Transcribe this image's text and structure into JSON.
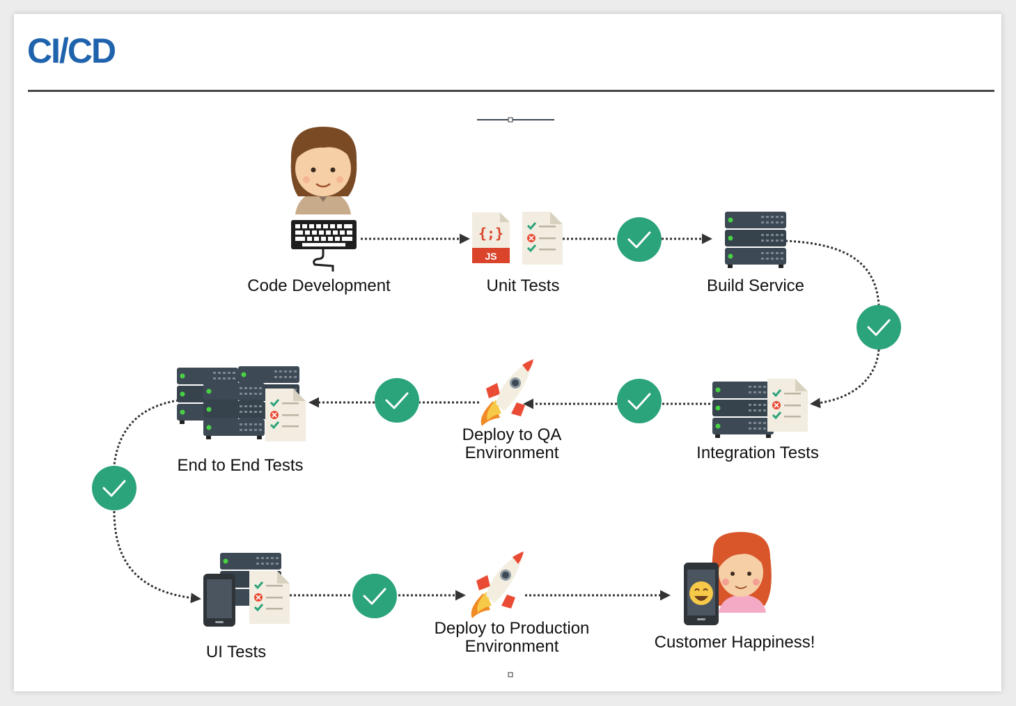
{
  "title": "CI/CD",
  "steps": {
    "code_development": "Code Development",
    "unit_tests": "Unit Tests",
    "build_service": "Build Service",
    "integration_tests": "Integration Tests",
    "deploy_qa_line1": "Deploy to QA",
    "deploy_qa_line2": "Environment",
    "end_to_end_tests": "End to End Tests",
    "ui_tests": "UI Tests",
    "deploy_prod_line1": "Deploy to Production",
    "deploy_prod_line2": "Environment",
    "customer_happiness": "Customer Happiness!"
  },
  "icons": {
    "js_file_label": "JS",
    "js_file_braces": "{;}"
  },
  "colors": {
    "title": "#1f63ad",
    "check": "#2ba37b",
    "server": "#3d4a55",
    "server_led": "#49d146",
    "rocket_red": "#ea4b35",
    "js_red": "#d9442b",
    "paper": "#f2ede0",
    "arrow": "#333333"
  }
}
